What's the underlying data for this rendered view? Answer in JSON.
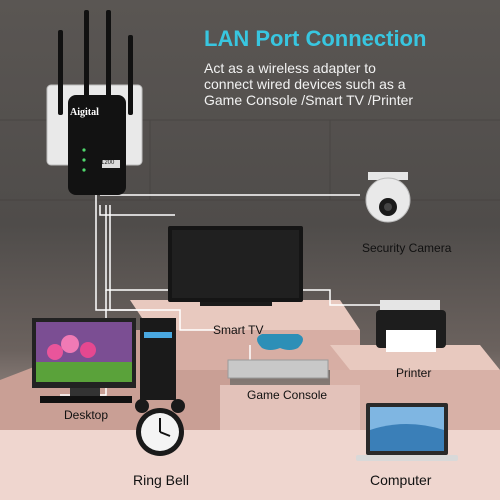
{
  "header": {
    "title": "LAN Port Connection",
    "description_lines": [
      "Act as a wireless adapter to",
      "connect wired devices such as a",
      "Game Console /Smart TV /Printer"
    ]
  },
  "device": {
    "brand": "Aigital",
    "badge": "1200"
  },
  "labels": {
    "security_camera": "Security Camera",
    "smart_tv": "Smart TV",
    "printer": "Printer",
    "desktop": "Desktop",
    "game_console": "Game Console",
    "ring_bell": "Ring Bell",
    "computer": "Computer"
  },
  "colors": {
    "title": "#38c6e0",
    "cable": "#ffffff",
    "platform": "#e8c9bf"
  }
}
